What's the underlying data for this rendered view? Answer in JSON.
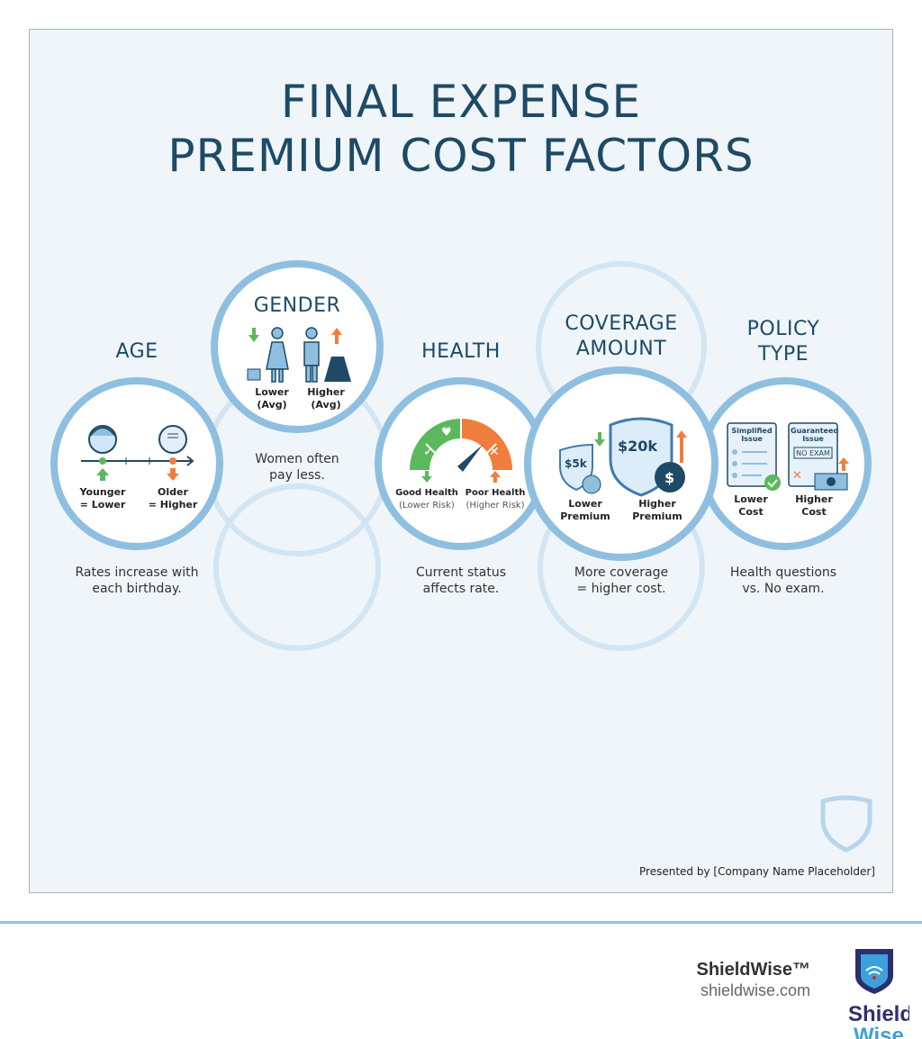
{
  "title": {
    "line1": "FINAL EXPENSE",
    "line2": "PREMIUM COST FACTORS"
  },
  "colors": {
    "ring": "#8fbfe0",
    "faint_ring": "#d3e5f2",
    "title": "#1e4a66",
    "green": "#5cb85c",
    "orange": "#ef7d3c",
    "navy": "#1e4a66"
  },
  "factors": [
    {
      "name": "AGE",
      "left_label": "Younger",
      "left_sub": "= Lower",
      "right_label": "Older",
      "right_sub": "= Higher",
      "caption1": "Rates increase with",
      "caption2": "each birthday."
    },
    {
      "name": "GENDER",
      "left_label": "Lower",
      "left_sub": "(Avg)",
      "right_label": "Higher",
      "right_sub": "(Avg)",
      "caption1": "Women often",
      "caption2": "pay less."
    },
    {
      "name": "HEALTH",
      "left_label": "Good Health",
      "left_sub": "(Lower Risk)",
      "right_label": "Poor Health",
      "right_sub": "(Higher Risk)",
      "caption1": "Current status",
      "caption2": "affects rate."
    },
    {
      "name1": "COVERAGE",
      "name2": "AMOUNT",
      "left_amount": "$5k",
      "right_amount": "$20k",
      "left_label": "Lower",
      "left_sub": "Premium",
      "right_label": "Higher",
      "right_sub": "Premium",
      "caption1": "More coverage",
      "caption2": "= higher cost."
    },
    {
      "name1": "POLICY",
      "name2": "TYPE",
      "left_doc": "Simplified Issue",
      "right_doc": "Guaranteed Issue",
      "stamp": "NO EXAM",
      "left_label": "Lower",
      "left_sub": "Cost",
      "right_label": "Higher",
      "right_sub": "Cost",
      "caption1": "Health questions",
      "caption2": "vs. No exam."
    }
  ],
  "presented_by": "Presented by [Company Name Placeholder]",
  "footer": {
    "brand": "ShieldWise™",
    "url": "shieldwise.com",
    "logo_text": "Shield Wise"
  }
}
